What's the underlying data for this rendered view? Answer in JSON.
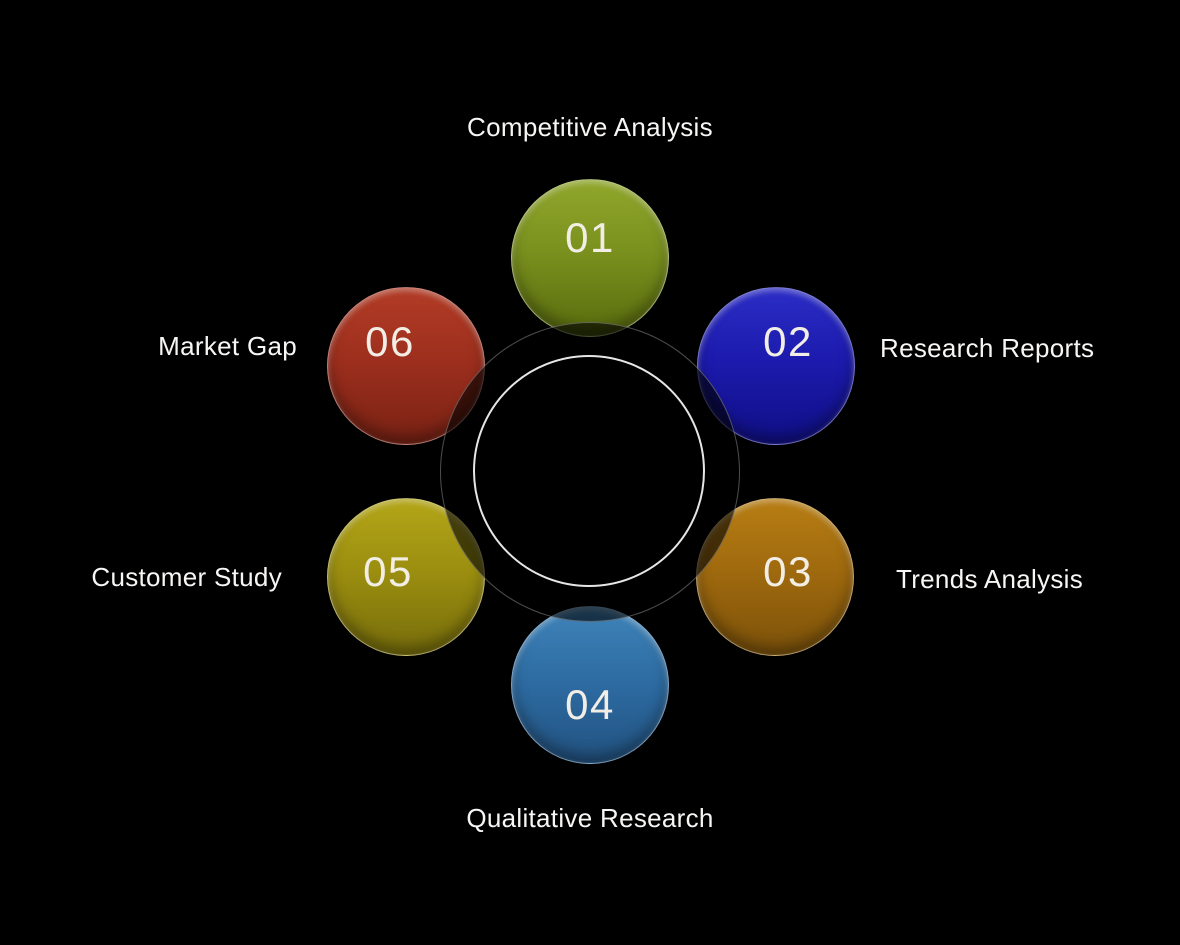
{
  "background": "#000000",
  "text_color": "#f7f6f4",
  "number_color": "#f2eee6",
  "hub": {
    "inner_ring_color": "#ffffff",
    "outer_ring_color": "#c3c3c3"
  },
  "items": [
    {
      "number": "01",
      "label": "Competitive Analysis",
      "position": "top",
      "color": "#7a911e",
      "color_top": "#90a72c",
      "color_bottom": "#596c0e"
    },
    {
      "number": "02",
      "label": "Research Reports",
      "position": "top-right",
      "color": "#1c1bae",
      "color_top": "#2c2dc6",
      "color_bottom": "#100f86"
    },
    {
      "number": "03",
      "label": "Trends Analysis",
      "position": "bottom-right",
      "color": "#a06a0e",
      "color_top": "#b87e14",
      "color_bottom": "#7c520a"
    },
    {
      "number": "04",
      "label": "Qualitative Research",
      "position": "bottom",
      "color": "#2e6da4",
      "color_top": "#3f84ba",
      "color_bottom": "#225280"
    },
    {
      "number": "05",
      "label": "Customer Study",
      "position": "bottom-left",
      "color": "#9c8f10",
      "color_top": "#b4a618",
      "color_bottom": "#776d0b"
    },
    {
      "number": "06",
      "label": "Market Gap",
      "position": "top-left",
      "color": "#9e2f1e",
      "color_top": "#b23c26",
      "color_bottom": "#792214"
    }
  ]
}
